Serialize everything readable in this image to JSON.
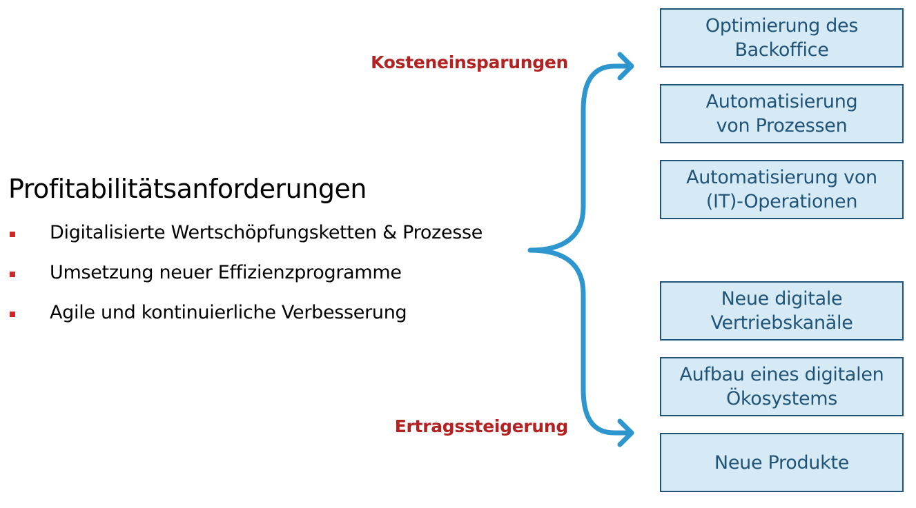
{
  "colors": {
    "title": "#000000",
    "accent_red": "#b22222",
    "bullet_red": "#cc2a2a",
    "brace_blue": "#2e96cf",
    "box_fill": "#d6eaf6",
    "box_border": "#1f5478",
    "box_text": "#1f5478"
  },
  "heading": "Profitabilitätsanforderungen",
  "bullets": [
    "Digitalisierte Wertschöpfungsketten & Prozesse",
    "Umsetzung neuer Effizienzprogramme",
    "Agile und kontinuierliche Verbesserung"
  ],
  "categories": {
    "top": "Kosteneinsparungen",
    "bottom": "Ertragssteigerung"
  },
  "boxes": [
    {
      "text": "Optimierung des\nBackoffice"
    },
    {
      "text": "Automatisierung\nvon Prozessen"
    },
    {
      "text": "Automatisierung von\n(IT)-Operationen"
    },
    {
      "text": "Neue digitale\nVertriebskanäle"
    },
    {
      "text": "Aufbau eines digitalen\nÖkosystems"
    },
    {
      "text": "Neue Produkte"
    }
  ]
}
